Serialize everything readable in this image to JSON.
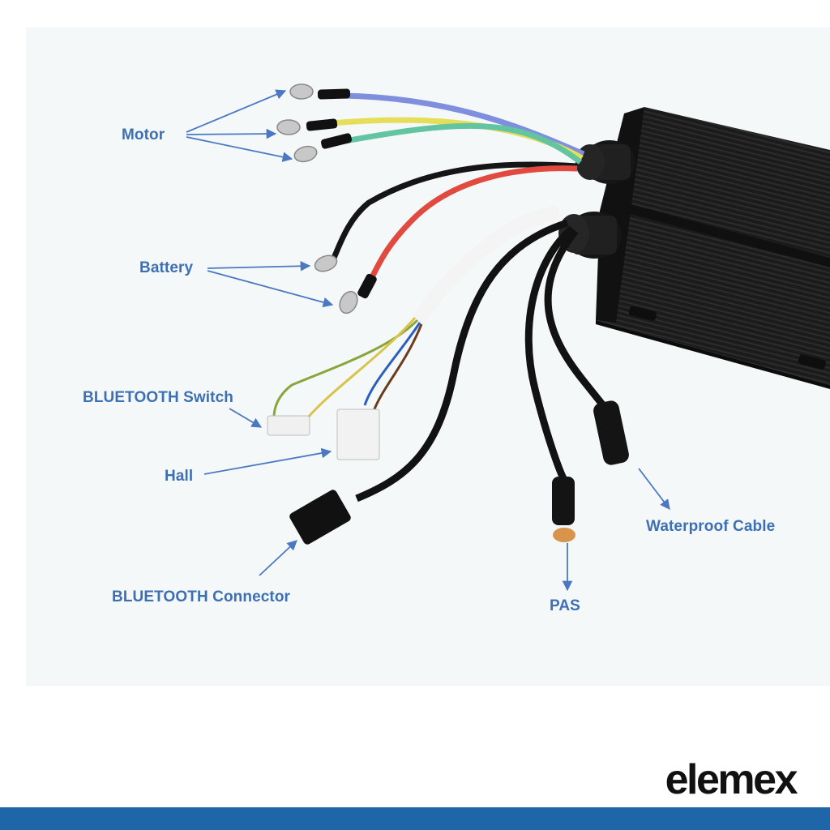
{
  "colors": {
    "label": "#3d6fb4",
    "arrow": "#4a78c2",
    "footer_bar": "#1e66a8",
    "controller_body": "#1c1c1c",
    "logo": "#111111"
  },
  "labels": {
    "motor": "Motor",
    "battery": "Battery",
    "bluetooth_switch": "BLUETOOTH Switch",
    "hall": "Hall",
    "bluetooth_connector": "BLUETOOTH Connector",
    "pas": "PAS",
    "waterproof_cable": "Waterproof Cable"
  },
  "brand": {
    "logo_text": "elemex"
  },
  "wires": {
    "motor": [
      "blue",
      "yellow",
      "green"
    ],
    "battery": [
      "black",
      "red"
    ],
    "signal": [
      "white",
      "black",
      "black",
      "black"
    ]
  }
}
